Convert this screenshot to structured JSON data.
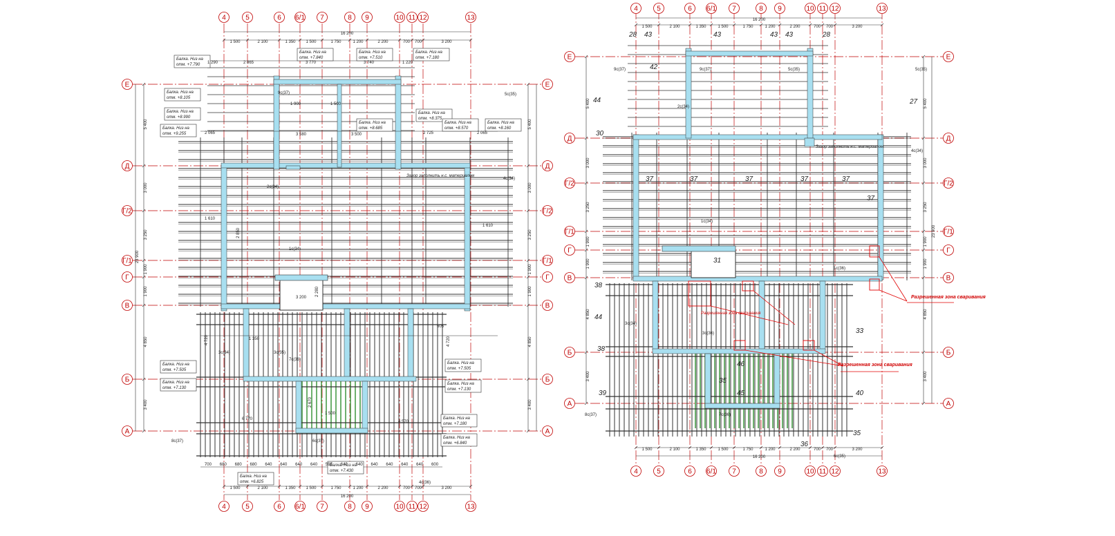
{
  "axes": {
    "vertical": [
      "4",
      "5",
      "6",
      "6/1",
      "7",
      "8",
      "9",
      "10",
      "11",
      "12",
      "13"
    ],
    "horizontal": [
      "Е",
      "Д",
      "Г/2",
      "Г/1",
      "Г",
      "В",
      "Б",
      "А"
    ]
  },
  "dimensions": {
    "top_spans": [
      "1 500",
      "2 100",
      "1 350",
      "1 500",
      "1 750",
      "1 200",
      "2 200",
      "700",
      "700",
      "3 200"
    ],
    "total_width": "16 200",
    "left_spans": [
      "5 400",
      "3 000",
      "3 250",
      "1 900",
      "1 900",
      "4 850",
      "3 400"
    ],
    "total_height": "23 900",
    "bottom_run": [
      "700",
      "680",
      "680",
      "680",
      "640",
      "640",
      "640",
      "640",
      "595",
      "640",
      "640",
      "640",
      "640",
      "640",
      "640",
      "600"
    ],
    "misc": [
      "2 865",
      "3 770",
      "3 740",
      "1 290",
      "1 220",
      "1 900",
      "1 500",
      "3 580",
      "3 500",
      "2 065",
      "2 725",
      "2 065",
      "1 610",
      "1 610",
      "2 850",
      "3 200",
      "2 280",
      "6 770",
      "4 570",
      "4 720",
      "4 720",
      "1 350",
      "2 670",
      "1 500",
      "605"
    ]
  },
  "beam_notes_left": [
    "Балка. Низ на отм. +7.790",
    "Балка. Низ на отм. +7.840",
    "Балка. Низ на отм. +7.510",
    "Балка. Низ на отм. +7.180",
    "Балка. Низ на отм. +8.105",
    "Балка. Низ на отм. +8.990",
    "Балка. Низ на отм. +9.255",
    "Балка. Низ на отм. +8.685",
    "Балка. Низ на отм. +8.375",
    "Балка. Низ на отм. +8.570",
    "Балка. Низ на отм. +8.160",
    "Балка. Низ на отм. +7.505",
    "Балка. Низ на отм. +7.130",
    "Балка. Низ на отм. +7.505",
    "Балка. Низ на отм. +7.130",
    "Балка. Низ на отм. +7.180",
    "Балка. Низ на отм. +6.840",
    "Балка. Низ на отм. +7.430",
    "Балка. Низ на отм. +6.825"
  ],
  "section_marks_left": [
    "5с(35)",
    "4с(34)",
    "3с(34)",
    "2с(34)",
    "1с(34)",
    "9с(37)",
    "6с(37)",
    "7с(36)",
    "4с(36)",
    "8с(37)",
    "3с(35)"
  ],
  "notes_left": {
    "gap": "Зазор заполнить н.с. материалом"
  },
  "right_plan": {
    "marks": [
      "28",
      "43",
      "43",
      "43",
      "43",
      "28",
      "42",
      "44",
      "30",
      "27",
      "37",
      "37",
      "37",
      "37",
      "37",
      "37",
      "31",
      "38",
      "44",
      "38",
      "39",
      "40",
      "33",
      "46",
      "35",
      "45",
      "36",
      "35"
    ],
    "section_marks": [
      "9с(37)",
      "9с(37)",
      "5с(35)",
      "5с(35)",
      "4с(34)",
      "2с(34)",
      "1с(34)",
      "3с(34)",
      "1с(36)",
      "3с(36)",
      "8с(37)",
      "7с(36)",
      "6с(35)"
    ],
    "gap_note": "Зазор заполнить н.с. материалом",
    "weld_note_1": "Разрешенная зона сваривания",
    "weld_note_2": "Разрешенная зона сваривания",
    "weld_note_3": "Разрешенная зона сваривания"
  },
  "colors": {
    "axis": "#c00000",
    "beam_fill": "#a8dff0",
    "line": "#303030",
    "green": "#2f8f2f",
    "weld": "#e00000"
  }
}
